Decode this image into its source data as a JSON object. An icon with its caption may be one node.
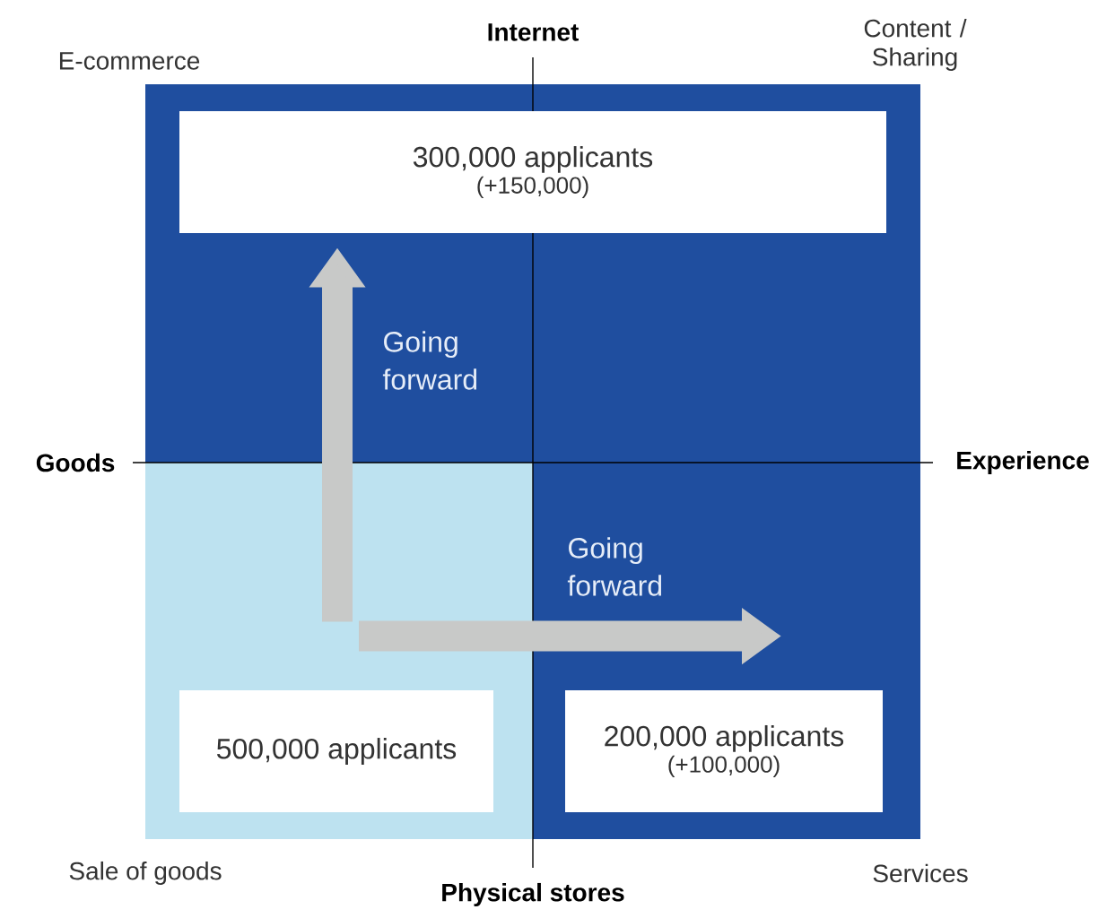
{
  "diagram": {
    "nodes": [
      {
        "text": [
          "300,000 applicants",
          "(+150,000)"
        ]
      },
      {
        "text": [
          "500,000 applicants"
        ]
      },
      {
        "text": [
          "200,000 applicants",
          "(+100,000)"
        ]
      }
    ],
    "edges": [
      {
        "from": 1,
        "to": 0,
        "arrow": "to",
        "label": "Going forward"
      },
      {
        "from": 1,
        "to": 2,
        "arrow": "to",
        "label": "Going forward"
      }
    ],
    "labels": [
      "E-commerce",
      "Internet",
      "Content / Sharing",
      "Goods",
      "Experience",
      "Sale of goods",
      "Physical stores",
      "Services"
    ]
  }
}
